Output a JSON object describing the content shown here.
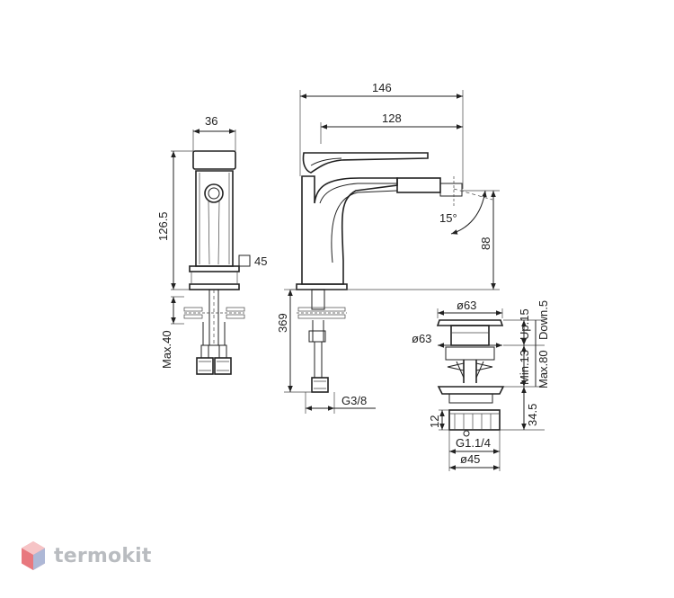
{
  "brand": {
    "name": "termokit",
    "logo_icon": "hexagon-cube-icon"
  },
  "dimensions": {
    "total_length": "146",
    "spout_length": "128",
    "body_width": "36",
    "side_height": "126.5",
    "square_base": "45",
    "max_deck": "Max.40",
    "spout_height": "88",
    "spout_angle": "15°",
    "hose_length": "369",
    "thread": "G3/8",
    "waste_diameter_top": "ø63",
    "waste_diameter_side": "ø63",
    "waste_up": "Up.15",
    "waste_down": "Down.5",
    "waste_min": "Min.13",
    "waste_max": "Max.80",
    "waste_height": "34.5",
    "waste_nut": "12",
    "waste_thread": "G1.1/4",
    "waste_diameter_bottom": "ø45"
  }
}
